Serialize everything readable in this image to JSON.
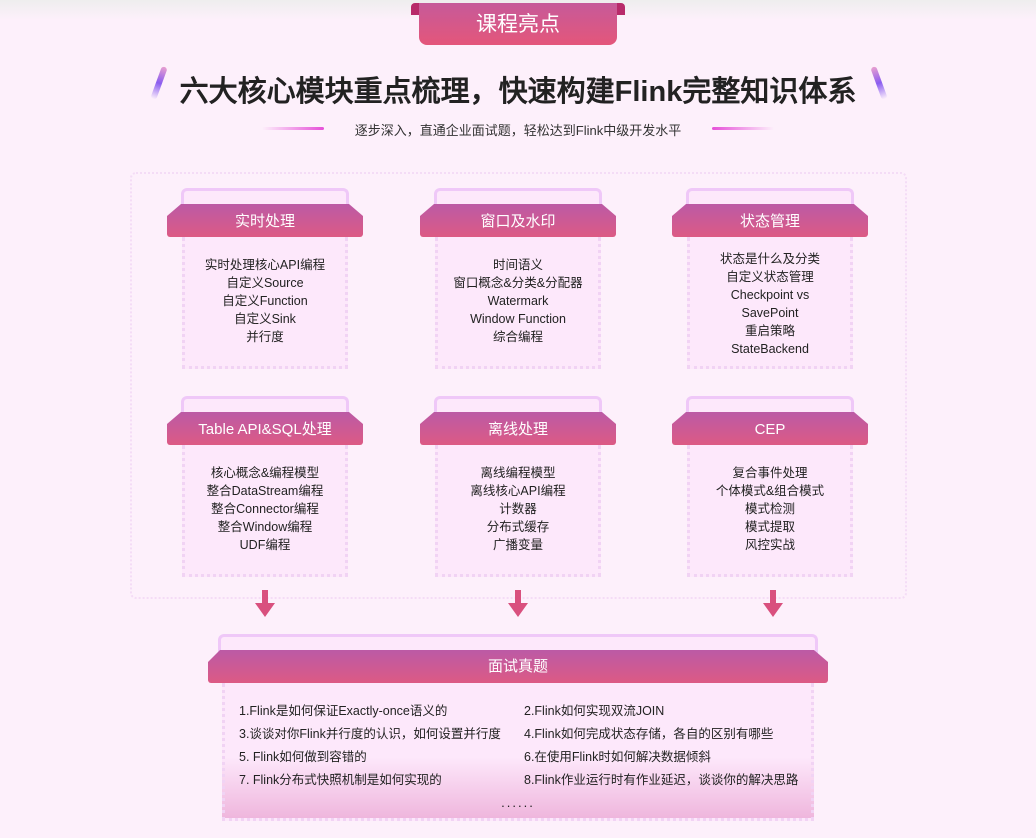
{
  "badge": "课程亮点",
  "title": "六大核心模块重点梳理，快速构建Flink完整知识体系",
  "subtitle": "逐步深入，直通企业面试题，轻松达到Flink中级开发水平",
  "modules": [
    {
      "title": "实时处理",
      "items": [
        "实时处理核心API编程",
        "自定义Source",
        "自定义Function",
        "自定义Sink",
        "并行度"
      ]
    },
    {
      "title": "窗口及水印",
      "items": [
        "时间语义",
        "窗口概念&分类&分配器",
        "Watermark",
        "Window Function",
        "综合编程"
      ]
    },
    {
      "title": "状态管理",
      "items": [
        "状态是什么及分类",
        "自定义状态管理",
        "Checkpoint vs",
        "SavePoint",
        "重启策略",
        "StateBackend"
      ]
    },
    {
      "title": "Table API&SQL处理",
      "items": [
        "核心概念&编程模型",
        "整合DataStream编程",
        "整合Connector编程",
        "整合Window编程",
        "UDF编程"
      ]
    },
    {
      "title": "离线处理",
      "items": [
        "离线编程模型",
        "离线核心API编程",
        "计数器",
        "分布式缓存",
        "广播变量"
      ]
    },
    {
      "title": "CEP",
      "items": [
        "复合事件处理",
        "个体模式&组合模式",
        "模式检测",
        "模式提取",
        "风控实战"
      ]
    }
  ],
  "interview": {
    "title": "面试真题",
    "questions": [
      "1.Flink是如何保证Exactly-once语义的",
      "2.Flink如何实现双流JOIN",
      "3.谈谈对你Flink并行度的认识，如何设置并行度",
      "4.Flink如何完成状态存储，各自的区别有哪些",
      "5. Flink如何做到容错的",
      "6.在使用Flink时如何解决数据倾斜",
      "7. Flink分布式快照机制是如何实现的",
      "8.Flink作业运行时有作业延迟，谈谈你的解决思路"
    ],
    "more": "......"
  }
}
